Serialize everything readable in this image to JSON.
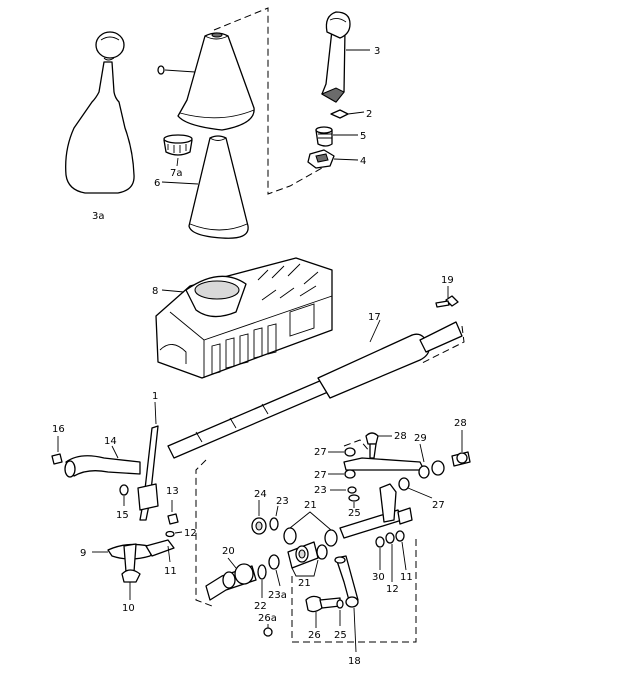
{
  "labels": {
    "p1": "1",
    "p2": "2",
    "p3": "3",
    "p3a": "3a",
    "p4": "4",
    "p5": "5",
    "p6": "6",
    "p7a": "7a",
    "p8": "8",
    "p9": "9",
    "p10": "10",
    "p11a": "11",
    "p11b": "11",
    "p12a": "12",
    "p12b": "12",
    "p13": "13",
    "p14": "14",
    "p15": "15",
    "p16": "16",
    "p17": "17",
    "p18": "18",
    "p19": "19",
    "p20": "20",
    "p21a": "21",
    "p21b": "21",
    "p22": "22",
    "p23a": "23",
    "p23b": "23",
    "p23c": "23a",
    "p24": "24",
    "p25a": "25",
    "p25b": "25",
    "p26": "26",
    "p26a": "26a",
    "p27a": "27",
    "p27b": "27",
    "p27c": "27",
    "p28a": "28",
    "p28b": "28",
    "p29": "29",
    "p30": "30"
  }
}
